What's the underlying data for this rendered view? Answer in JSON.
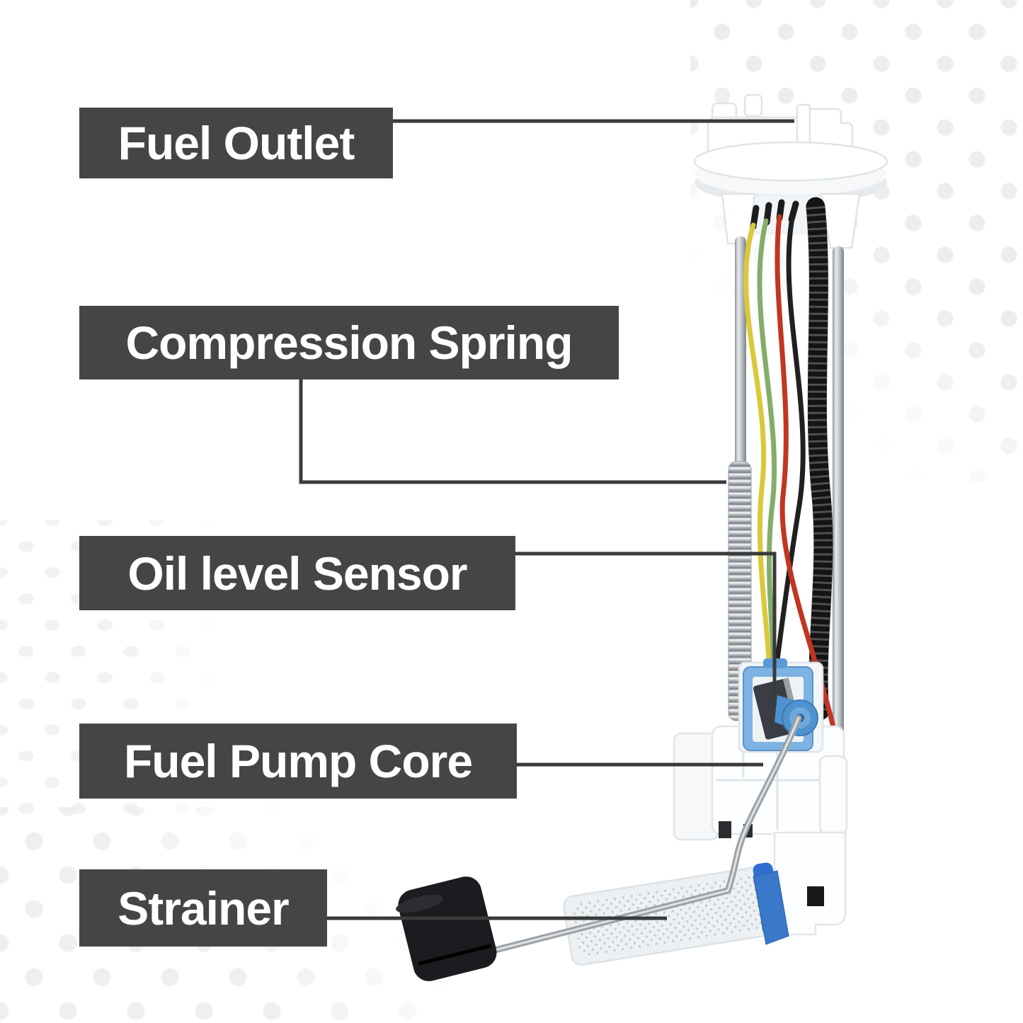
{
  "labels": {
    "fuel_outlet": "Fuel Outlet",
    "compression_spring": "Compression Spring",
    "oil_level_sensor": "Oil level Sensor",
    "fuel_pump_core": "Fuel Pump Core",
    "strainer": "Strainer"
  },
  "style": {
    "label_box_color": "#454545",
    "label_text_color": "#ffffff",
    "leader_line_color": "#3a3a3a",
    "dot_color": "#ededed",
    "dot_color_faint": "#f2f2f2",
    "dot_color_bottom": "#efefef",
    "wire_colors": {
      "yellow": "#d9c93a",
      "green": "#83ad69",
      "red": "#c23522",
      "black": "#202020"
    },
    "sensor_blue": "#7db3e2",
    "pivot_blue": "#4f92cf",
    "strainer_clip_blue": "#2f6fd0",
    "float_black": "#1b1c1f"
  }
}
